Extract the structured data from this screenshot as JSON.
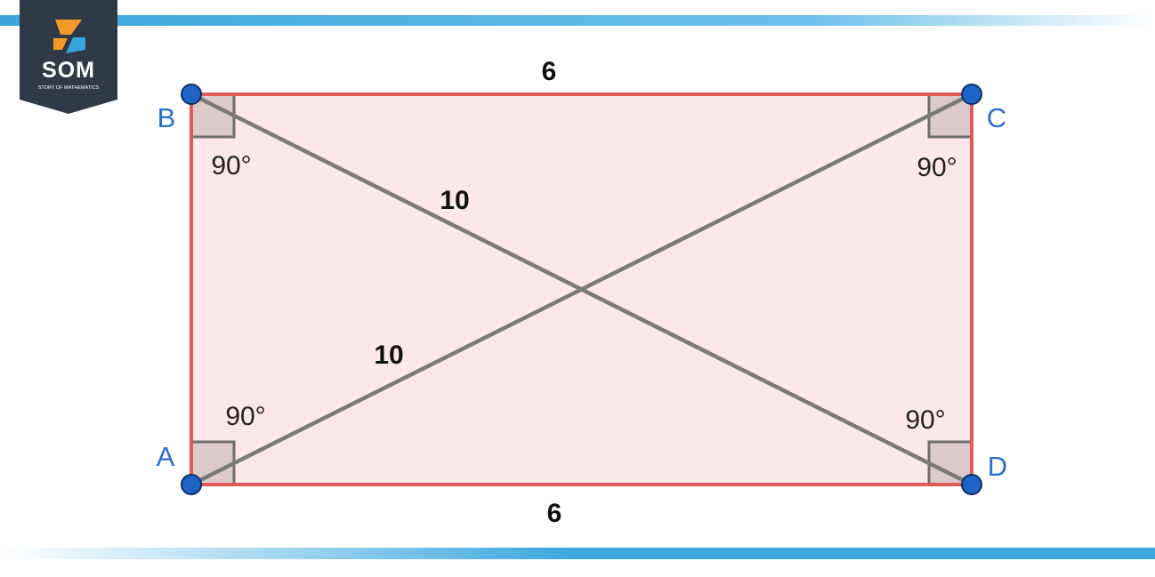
{
  "logo": {
    "abbr": "SOM",
    "tagline": "STORY OF MATHEMATICS"
  },
  "colors": {
    "rect_fill": "#fce8e8",
    "rect_stroke": "#e05a5a",
    "diagonal": "#7a7a7a",
    "right_angle_fill": "#dccaca",
    "right_angle_stroke": "#6e6e6e",
    "vertex": "#1f63c6",
    "vertex_stroke": "#0d2f66",
    "vertex_label": "#2a6fc9",
    "band_blue": "#3aa6dd",
    "logo_bg": "#2f3a46",
    "logo_orange": "#f39a2b",
    "logo_blue": "#3aa6dd"
  },
  "vertices": {
    "A": "A",
    "B": "B",
    "C": "C",
    "D": "D"
  },
  "angles": {
    "A": "90°",
    "B": "90°",
    "C": "90°",
    "D": "90°"
  },
  "sides": {
    "top": "6",
    "bottom": "6"
  },
  "diagonals": {
    "BD": "10",
    "AC": "10"
  }
}
